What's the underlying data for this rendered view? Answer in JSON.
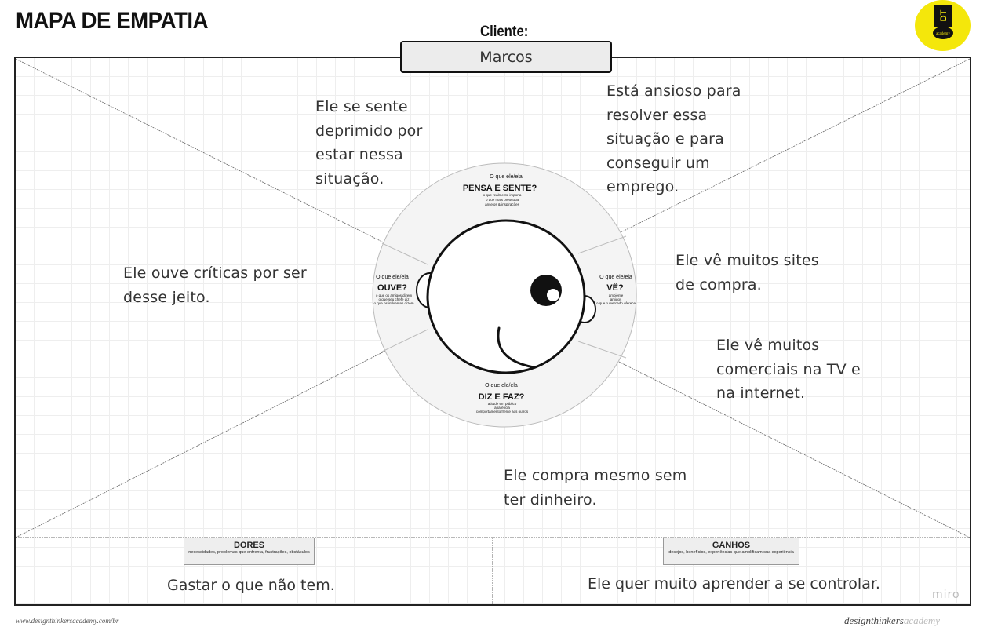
{
  "title": "MAPA DE EMPATIA",
  "client": {
    "label": "Cliente:",
    "name": "Marcos"
  },
  "circle": {
    "top": {
      "small": "O que ele/ela",
      "big": "PENSA E SENTE?",
      "sub1": "o que realmente importa",
      "sub2": "o que mais preocupa",
      "sub3": "anseios & inspirações"
    },
    "left": {
      "small": "O que ele/ela",
      "big": "OUVE?",
      "sub1": "o que os amigos dizem",
      "sub2": "o que seu chefe diz",
      "sub3": "o que os influentes dizem"
    },
    "right": {
      "small": "O que ele/ela",
      "big": "VÊ?",
      "sub1": "ambiente",
      "sub2": "amigos",
      "sub3": "o que o mercado oferece"
    },
    "bottom": {
      "small": "O que ele/ela",
      "big": "DIZ E FAZ?",
      "sub1": "atitude em público",
      "sub2": "aparência",
      "sub3": "comportamento frente aos outros"
    }
  },
  "notes": {
    "thinks": [
      "Ele se sente",
      "deprimido por",
      "estar nessa",
      "situação."
    ],
    "anxious": [
      "Está ansioso para",
      "resolver essa",
      "situação e para",
      "conseguir um",
      "emprego."
    ],
    "hears": [
      "Ele ouve críticas por ser",
      "desse jeito."
    ],
    "sees_sites": [
      "Ele vê muitos sites",
      "de compra."
    ],
    "sees_ads": [
      "Ele vê muitos",
      "comerciais na TV e",
      "na internet."
    ],
    "does": [
      "Ele compra mesmo sem",
      "ter dinheiro."
    ]
  },
  "pains": {
    "title": "DORES",
    "subtitle": "necessidades, problemas que enfrenta, frustrações, obstáculos",
    "note": "Gastar o que não tem."
  },
  "gains": {
    "title": "GANHOS",
    "subtitle": "desejos, benefícios, experiências que amplificam sua experiência",
    "note": "Ele quer muito aprender a se controlar."
  },
  "logo": {
    "letters": "DT",
    "word": "academy"
  },
  "watermark": "miro",
  "footer": {
    "left_url": "www.designthinkersacademy.com/br",
    "right_brand_a": "designthinkers",
    "right_brand_b": "academy"
  },
  "colors": {
    "logo_bg": "#f4e70b",
    "client_box": "#ececec",
    "circle_fill": "#f4f4f4"
  }
}
